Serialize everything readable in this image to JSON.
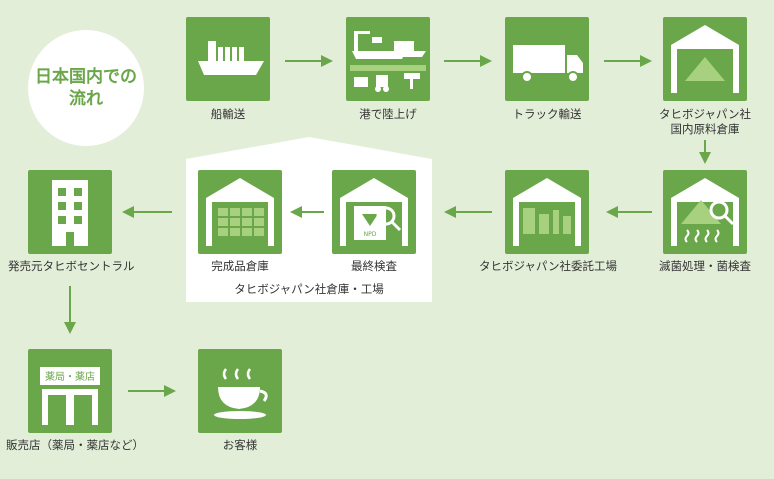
{
  "title": {
    "line1": "日本国内での",
    "line2": "流れ"
  },
  "steps": {
    "ship": "船輸送",
    "port": "港で陸上げ",
    "truck": "トラック輸送",
    "warehouse_line1": "タヒボジャパン社",
    "warehouse_line2": "国内原料倉庫",
    "sterilize": "滅菌処理・菌検査",
    "contract": "タヒボジャパン社委託工場",
    "final": "最終検査",
    "product": "完成品倉庫",
    "central": "発売元タヒボセントラル",
    "store": "販売店（薬局・薬店など）",
    "store_sign": "薬局・薬店",
    "customer": "お客様"
  },
  "panel_label": "タヒボジャパン社倉庫・工場",
  "doc_icon_text": "NPD",
  "colors": {
    "green": "#6aa64a",
    "background": "#e3eed9",
    "light_green": "#a8d17f"
  }
}
